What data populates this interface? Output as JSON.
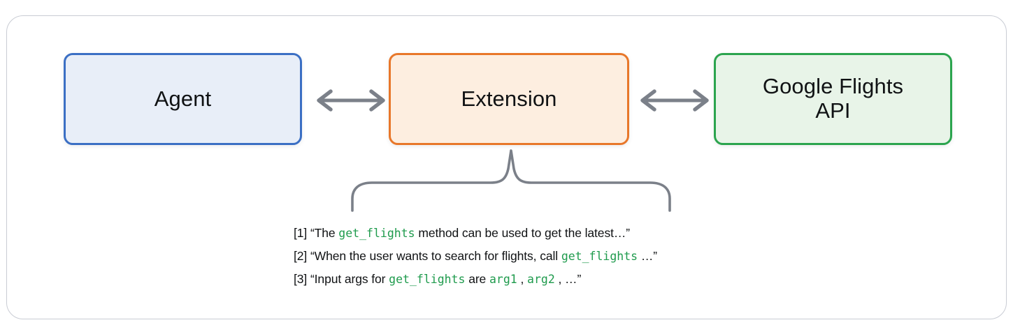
{
  "diagram": {
    "title_present": false,
    "nodes": [
      {
        "id": "agent",
        "label": "Agent",
        "fill": "#e8eef8",
        "border": "#3b6fc4"
      },
      {
        "id": "extension",
        "label": "Extension",
        "fill": "#fdeee0",
        "border": "#e8772a"
      },
      {
        "id": "api",
        "label": "Google Flights\nAPI",
        "fill": "#e8f4e8",
        "border": "#2ba44e"
      }
    ],
    "connectors": [
      {
        "id": "agent-extension",
        "type": "bidirectional-arrow",
        "color": "#7b8089"
      },
      {
        "id": "extension-api",
        "type": "bidirectional-arrow",
        "color": "#7b8089"
      },
      {
        "id": "extension-annotations",
        "type": "curly-brace",
        "color": "#7b8089"
      }
    ],
    "annotations": {
      "code_color": "#1f9b4d",
      "lines": [
        {
          "index": "[1]",
          "open_quote": "“",
          "close_quote": "”",
          "parts": [
            {
              "type": "text",
              "value": "The "
            },
            {
              "type": "code",
              "value": "get_flights"
            },
            {
              "type": "text",
              "value": " method can be used to get the latest…"
            }
          ]
        },
        {
          "index": "[2]",
          "open_quote": "“",
          "close_quote": "”",
          "parts": [
            {
              "type": "text",
              "value": "When the user wants to search for flights, call "
            },
            {
              "type": "code",
              "value": "get_flights"
            },
            {
              "type": "text",
              "value": " …"
            }
          ]
        },
        {
          "index": "[3]",
          "open_quote": "“",
          "close_quote": "”",
          "parts": [
            {
              "type": "text",
              "value": "Input args for "
            },
            {
              "type": "code",
              "value": "get_flights"
            },
            {
              "type": "text",
              "value": " are "
            },
            {
              "type": "code",
              "value": "arg1"
            },
            {
              "type": "text",
              "value": " , "
            },
            {
              "type": "code",
              "value": "arg2"
            },
            {
              "type": "text",
              "value": " , …"
            }
          ]
        }
      ]
    }
  }
}
